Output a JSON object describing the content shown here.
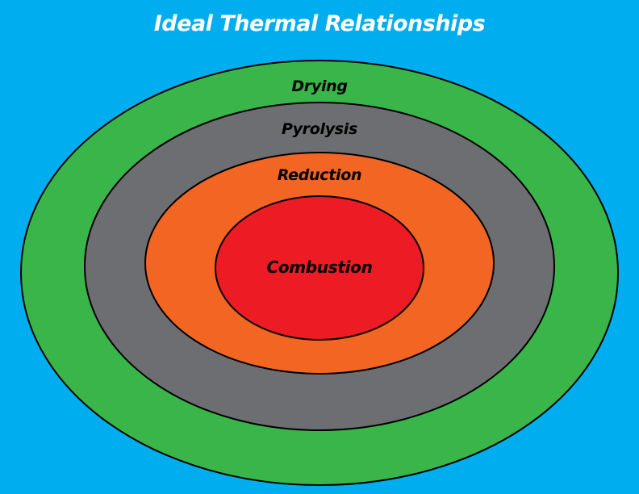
{
  "title": "Ideal Thermal Relationships",
  "zones": [
    {
      "label": "Drying",
      "color": "#39b54a"
    },
    {
      "label": "Pyrolysis",
      "color": "#6d6e71"
    },
    {
      "label": "Reduction",
      "color": "#f26522"
    },
    {
      "label": "Combustion",
      "color": "#ed1c24"
    }
  ],
  "colors": {
    "background": "#00adef",
    "title_text": "#ffffff",
    "label_text": "#000000",
    "outline": "#000000"
  }
}
